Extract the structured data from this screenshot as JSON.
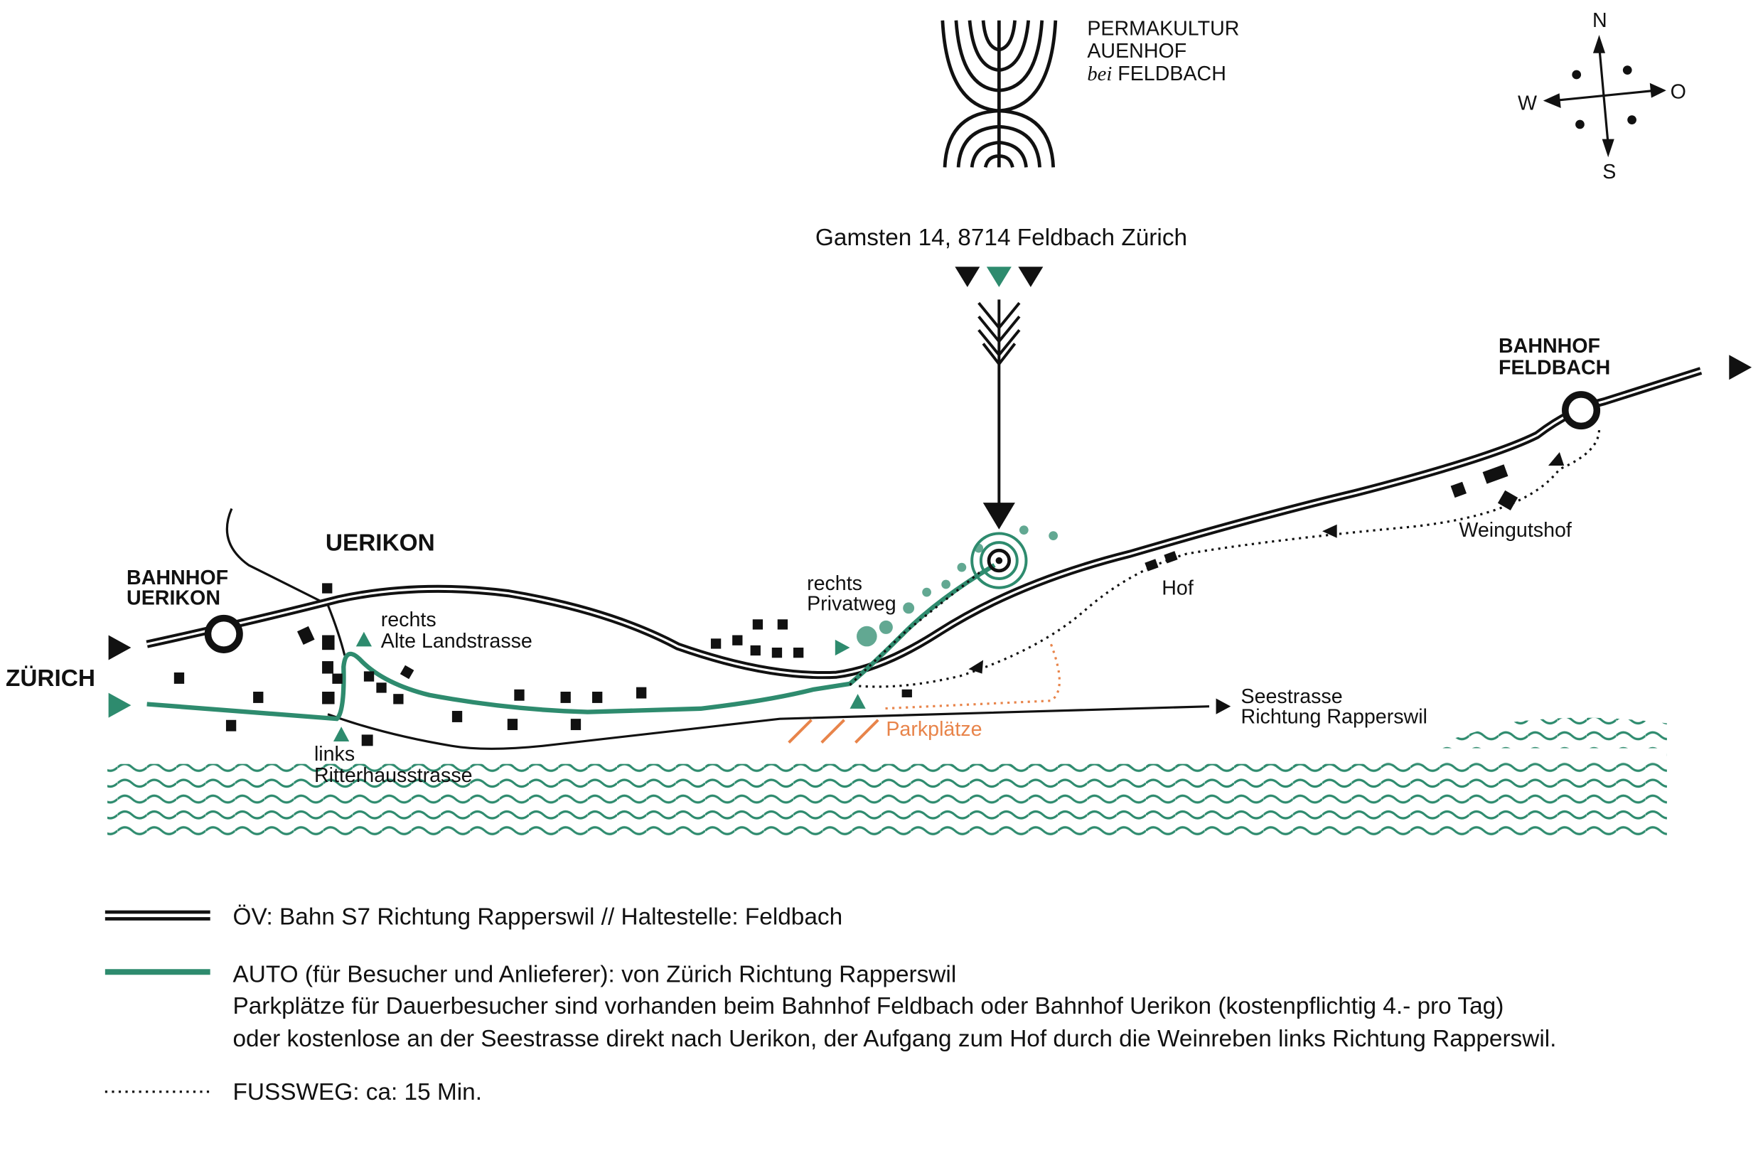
{
  "logo": {
    "line1": "PERMAKULTUR",
    "line2": "AUENHOF",
    "line3_italic": "bei",
    "line3": "FELDBACH"
  },
  "compass": {
    "north": "N",
    "south": "S",
    "west": "W",
    "east": "O"
  },
  "address": "Gamsten 14, 8714 Feldbach Zürich",
  "map_labels": {
    "bahnhof_feldbach": [
      "BAHNHOF",
      "FELDBACH"
    ],
    "bahnhof_uerikon": [
      "BAHNHOF",
      "UERIKON"
    ],
    "uerikon": "UERIKON",
    "zuerich": "ZÜRICH",
    "rechts_alte": [
      "rechts",
      "Alte Landstrasse"
    ],
    "links_ritter": [
      "links",
      "Ritterhausstrasse"
    ],
    "rechts_privat": [
      "rechts",
      "Privatweg"
    ],
    "hof": "Hof",
    "weingutshof": "Weingutshof",
    "seestrasse": [
      "Seestrasse",
      "Richtung Rapperswil"
    ],
    "parkplaetze": "Parkplätze"
  },
  "colors": {
    "green": "#2e8b6e",
    "orange": "#e8844a",
    "black": "#111111"
  },
  "legend": {
    "oev": "ÖV: Bahn S7 Richtung Rapperswil // Haltestelle: Feldbach",
    "auto": "AUTO (für Besucher und Anlieferer): von Zürich Richtung Rapperswil",
    "auto_line2": "Parkplätze für Dauerbesucher sind vorhanden beim Bahnhof Feldbach oder Bahnhof Uerikon (kostenpflichtig 4.- pro Tag)",
    "auto_line3": "oder kostenlose an der Seestrasse direkt nach Uerikon, der Aufgang zum Hof durch die Weinreben links Richtung Rapperswil.",
    "fussweg": "FUSSWEG: ca: 15 Min."
  }
}
